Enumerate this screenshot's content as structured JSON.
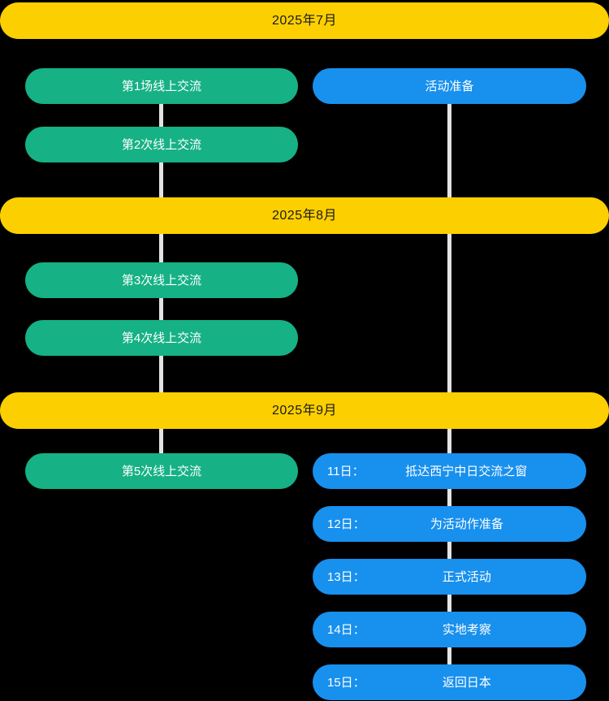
{
  "diagram": {
    "type": "timeline-roadmap",
    "background_color": "#000000",
    "colors": {
      "month_banner": "#fccf00",
      "month_banner_text": "#1a1a1a",
      "left_track_pill": "#16b184",
      "right_track_pill": "#1890ee",
      "pill_text": "#ffffff",
      "connector_line": "#e3e3e3"
    },
    "sections": [
      {
        "month": "2025年7月",
        "left_items": [
          {
            "label": "第1场线上交流"
          },
          {
            "label": "第2次线上交流"
          }
        ],
        "right_items": [
          {
            "date": "",
            "label": "活动准备"
          }
        ]
      },
      {
        "month": "2025年8月",
        "left_items": [
          {
            "label": "第3次线上交流"
          },
          {
            "label": "第4次线上交流"
          }
        ],
        "right_items": []
      },
      {
        "month": "2025年9月",
        "left_items": [
          {
            "label": "第5次线上交流"
          }
        ],
        "right_items": [
          {
            "date": "11日：",
            "label": "抵达西宁中日交流之窗"
          },
          {
            "date": "12日：",
            "label": "为活动作准备"
          },
          {
            "date": "13日：",
            "label": "正式活动"
          },
          {
            "date": "14日：",
            "label": "实地考察"
          },
          {
            "date": "15日：",
            "label": "返回日本"
          }
        ]
      }
    ]
  }
}
